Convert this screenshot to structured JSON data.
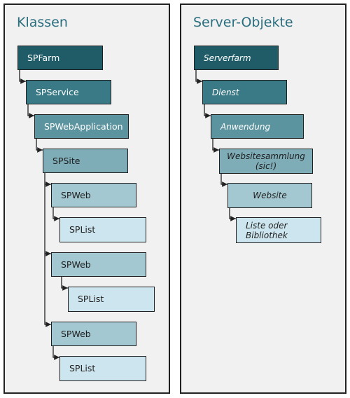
{
  "left_panel": {
    "title": "Klassen",
    "nodes": [
      "SPFarm",
      "SPService",
      "SPWebApplication",
      "SPSite",
      "SPWeb",
      "SPList",
      "SPWeb",
      "SPList",
      "SPWeb",
      "SPList"
    ]
  },
  "right_panel": {
    "title": "Server-Objekte",
    "nodes": [
      "Serverfarm",
      "Dienst",
      "Anwendung",
      "Websitesammlung (sic!)",
      "Website",
      "Liste oder Bibliothek"
    ]
  },
  "colors": {
    "level1": "#1f5c68",
    "level2": "#3a7a86",
    "level3": "#5b939f",
    "level4": "#7eacb7",
    "level5": "#a4c8d1",
    "level6": "#cde5ee",
    "title": "#2a6f7f",
    "panel_bg": "#f1f1f1"
  }
}
